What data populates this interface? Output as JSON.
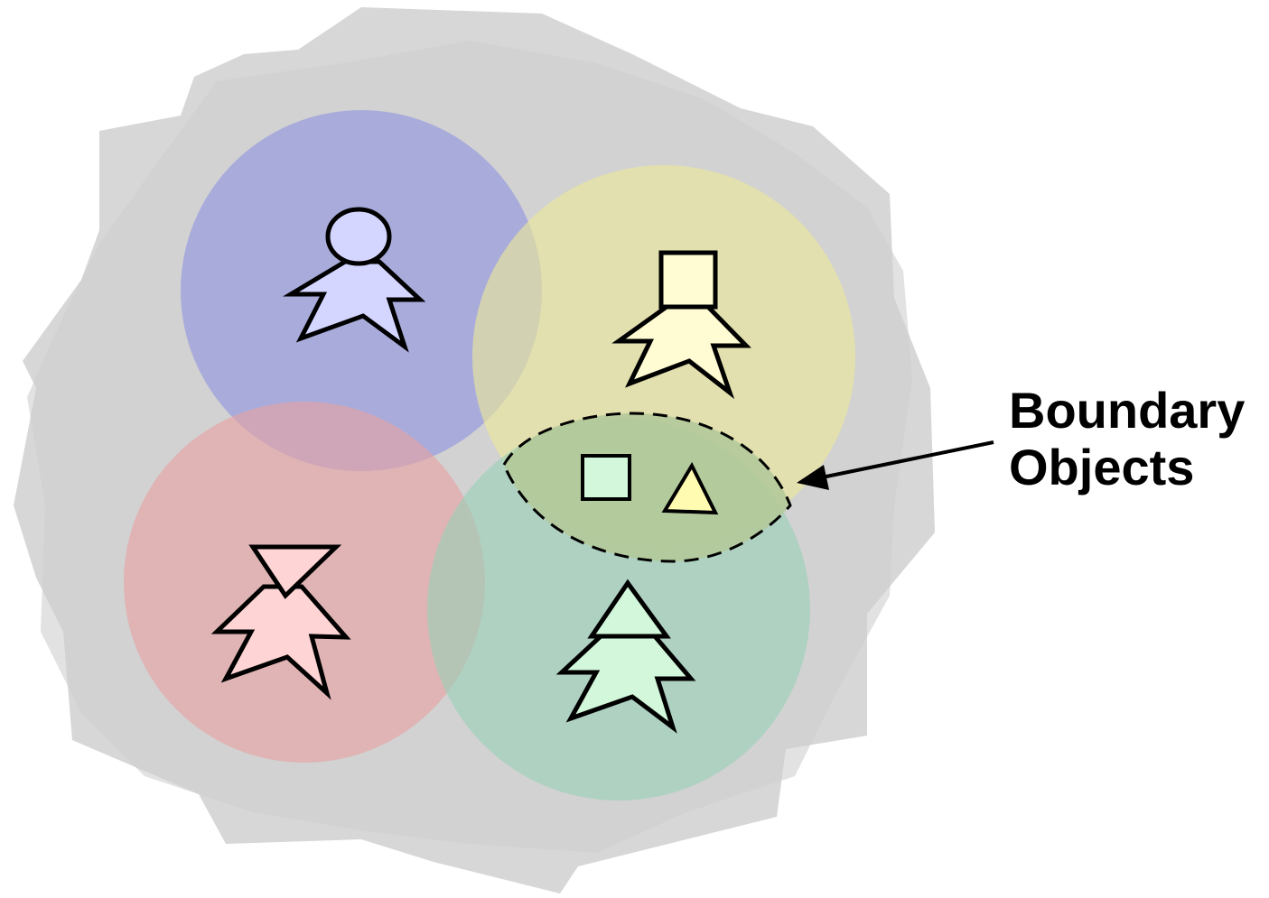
{
  "annotation": {
    "line1": "Boundary",
    "line2": "Objects"
  },
  "colors": {
    "background_cloud": "#c8c8c8",
    "blue_community": "#8f95e0",
    "yellow_community": "#e6e39a",
    "red_community": "#e6a3a3",
    "green_community": "#9fd2b8",
    "blue_person": "#d4d6ff",
    "yellow_person": "#fffbd2",
    "red_person": "#ffd4d4",
    "green_person": "#d2f7da",
    "boundary_region": "#b3c99a",
    "outline": "#000000"
  },
  "communities": [
    {
      "name": "blue-community",
      "head_shape": "circle"
    },
    {
      "name": "yellow-community",
      "head_shape": "square"
    },
    {
      "name": "red-community",
      "head_shape": "inverted-triangle"
    },
    {
      "name": "green-community",
      "head_shape": "triangle"
    }
  ],
  "boundary_objects": [
    {
      "shape": "square",
      "color": "#d2f7da"
    },
    {
      "shape": "triangle",
      "color": "#fffbb0"
    }
  ]
}
